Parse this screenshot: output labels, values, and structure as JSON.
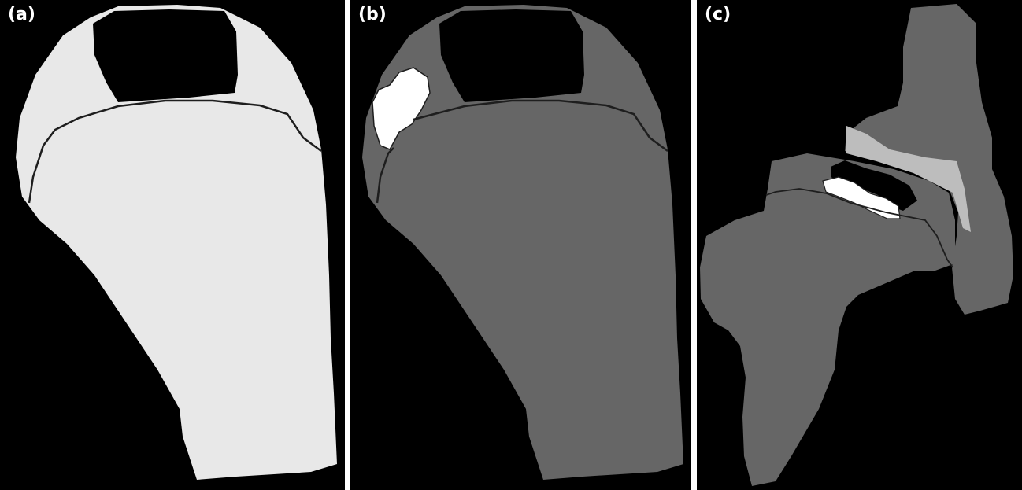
{
  "panels": [
    {
      "label": "(a)"
    },
    {
      "label": "(b)"
    },
    {
      "label": "(c)"
    }
  ],
  "colors": {
    "background": "#000000",
    "bone_light": "#e8e8e8",
    "bone_gray": "#666666",
    "lesion_white": "#ffffff",
    "cartilage_light_gray": "#bdbdbd",
    "contour_line": "#1e1e1e"
  }
}
